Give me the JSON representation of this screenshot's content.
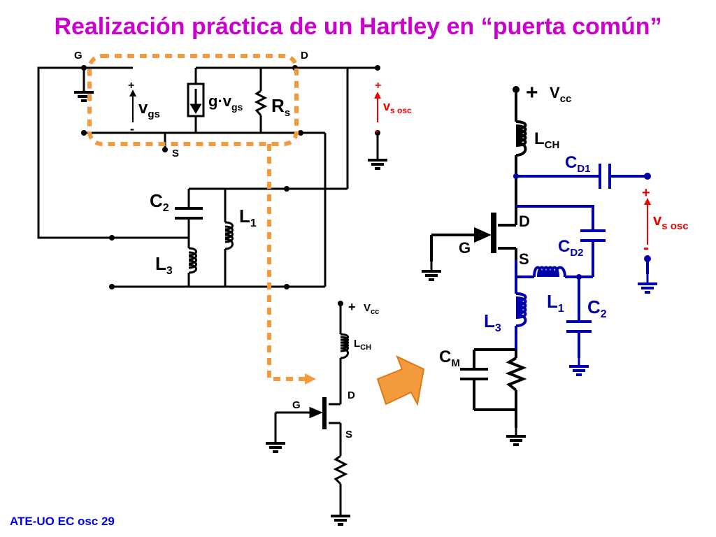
{
  "title": "Realización práctica de un Hartley en “puerta común”",
  "footer": "ATE-UO EC osc 29",
  "colors": {
    "title": "#cc00cc",
    "wire": "#000000",
    "blue": "#0000aa",
    "red": "#ee0000",
    "orange": "#f39a3c",
    "footer": "#0000ee"
  },
  "small_model": {
    "g": "G",
    "d": "D",
    "s": "S",
    "vgs_main": "v",
    "vgs_sub": "gs",
    "plus": "+",
    "minus": "-",
    "gm_main": "g·v",
    "gm_sub": "gs",
    "rs_main": "R",
    "rs_sub": "s",
    "vs_main": "v",
    "vs_sub": "s osc",
    "c2_main": "C",
    "c2_sub": "2",
    "l1_main": "L",
    "l1_sub": "1",
    "l3_main": "L",
    "l3_sub": "3"
  },
  "small_circuit": {
    "plus": "+",
    "vcc_main": "V",
    "vcc_sub": "cc",
    "lch_main": "L",
    "lch_sub": "CH",
    "d": "D",
    "g": "G",
    "s": "S"
  },
  "large_circuit": {
    "plus": "+",
    "vcc_main": "V",
    "vcc_sub": "cc",
    "lch_main": "L",
    "lch_sub": "CH",
    "cd1_main": "C",
    "cd1_sub": "D1",
    "cd2_main": "C",
    "cd2_sub": "D2",
    "vs_plus": "+",
    "vs_main": "v",
    "vs_sub": "s osc",
    "vs_minus": "-",
    "d": "D",
    "g": "G",
    "s": "S",
    "l1_main": "L",
    "l1_sub": "1",
    "l3_main": "L",
    "l3_sub": "3",
    "c2_main": "C",
    "c2_sub": "2",
    "cm_main": "C",
    "cm_sub": "M"
  },
  "icons": [
    "ground-icon",
    "current-source-icon",
    "resistor-icon",
    "inductor-icon",
    "capacitor-icon",
    "jfet-icon",
    "arrow-icon"
  ]
}
